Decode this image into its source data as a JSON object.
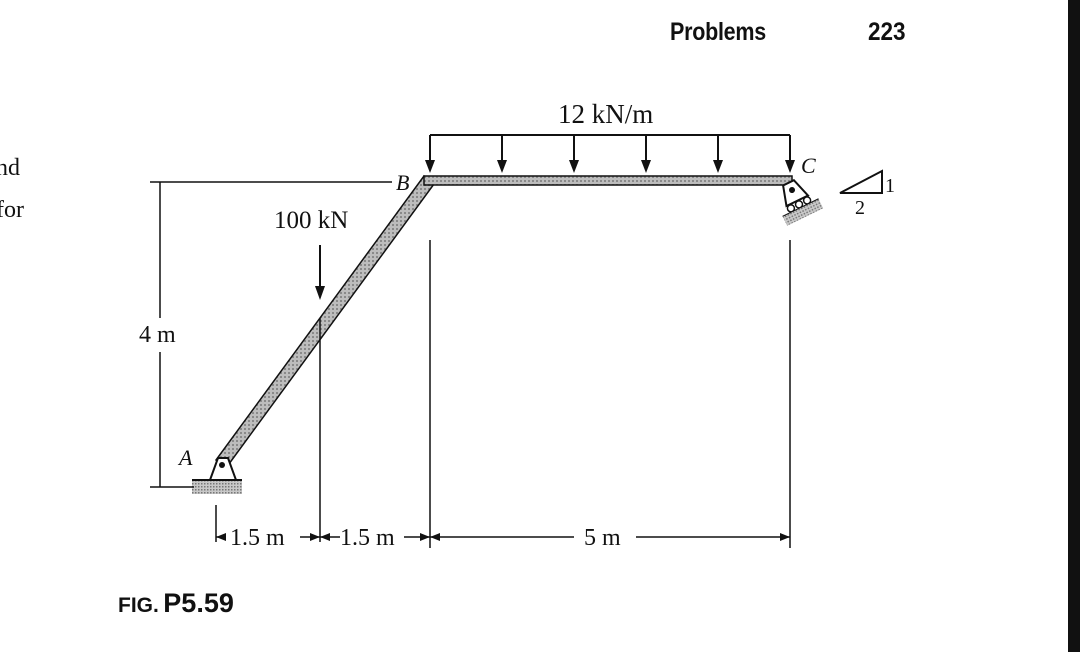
{
  "header": {
    "title": "Problems",
    "page_number": "223"
  },
  "margin_text": [
    "nd",
    "for"
  ],
  "figure": {
    "caption_prefix": "FIG.",
    "caption_number": "P5.59",
    "load_distributed": "12 kN/m",
    "load_point": "100 kN",
    "height_label": "4 m",
    "dim_1": "1.5 m",
    "dim_2": "1.5 m",
    "dim_3": "5 m",
    "point_a": "A",
    "point_b": "B",
    "point_c": "C",
    "slope_rise": "1",
    "slope_run": "2"
  }
}
